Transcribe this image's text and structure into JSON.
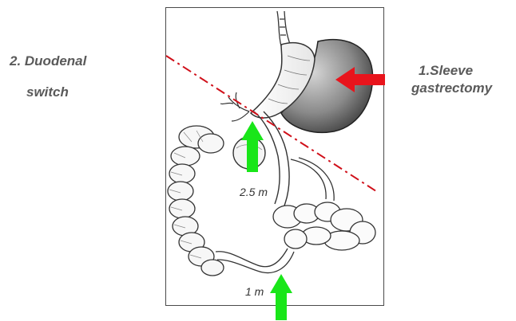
{
  "labels": {
    "duodenal_switch_line1": "2. Duodenal",
    "duodenal_switch_line2": "switch",
    "sleeve_line1": "1.Sleeve",
    "sleeve_line2": "gastrectomy",
    "common_channel_length": "1 m",
    "alimentary_limb_length": "2.5 m"
  },
  "colors": {
    "label_gray": "#5a5a5a",
    "sleeve_arrow": "#e8141c",
    "bowel_arrows": "#19e619",
    "cut_line": "#d0101a",
    "removed_stomach_dark": "#3a3a3a",
    "removed_stomach_light": "#bdbdbd"
  },
  "icons": {
    "sleeve_arrow": "arrow-left-icon",
    "alimentary_arrow": "arrow-up-icon",
    "common_channel_arrow": "arrow-up-icon"
  }
}
